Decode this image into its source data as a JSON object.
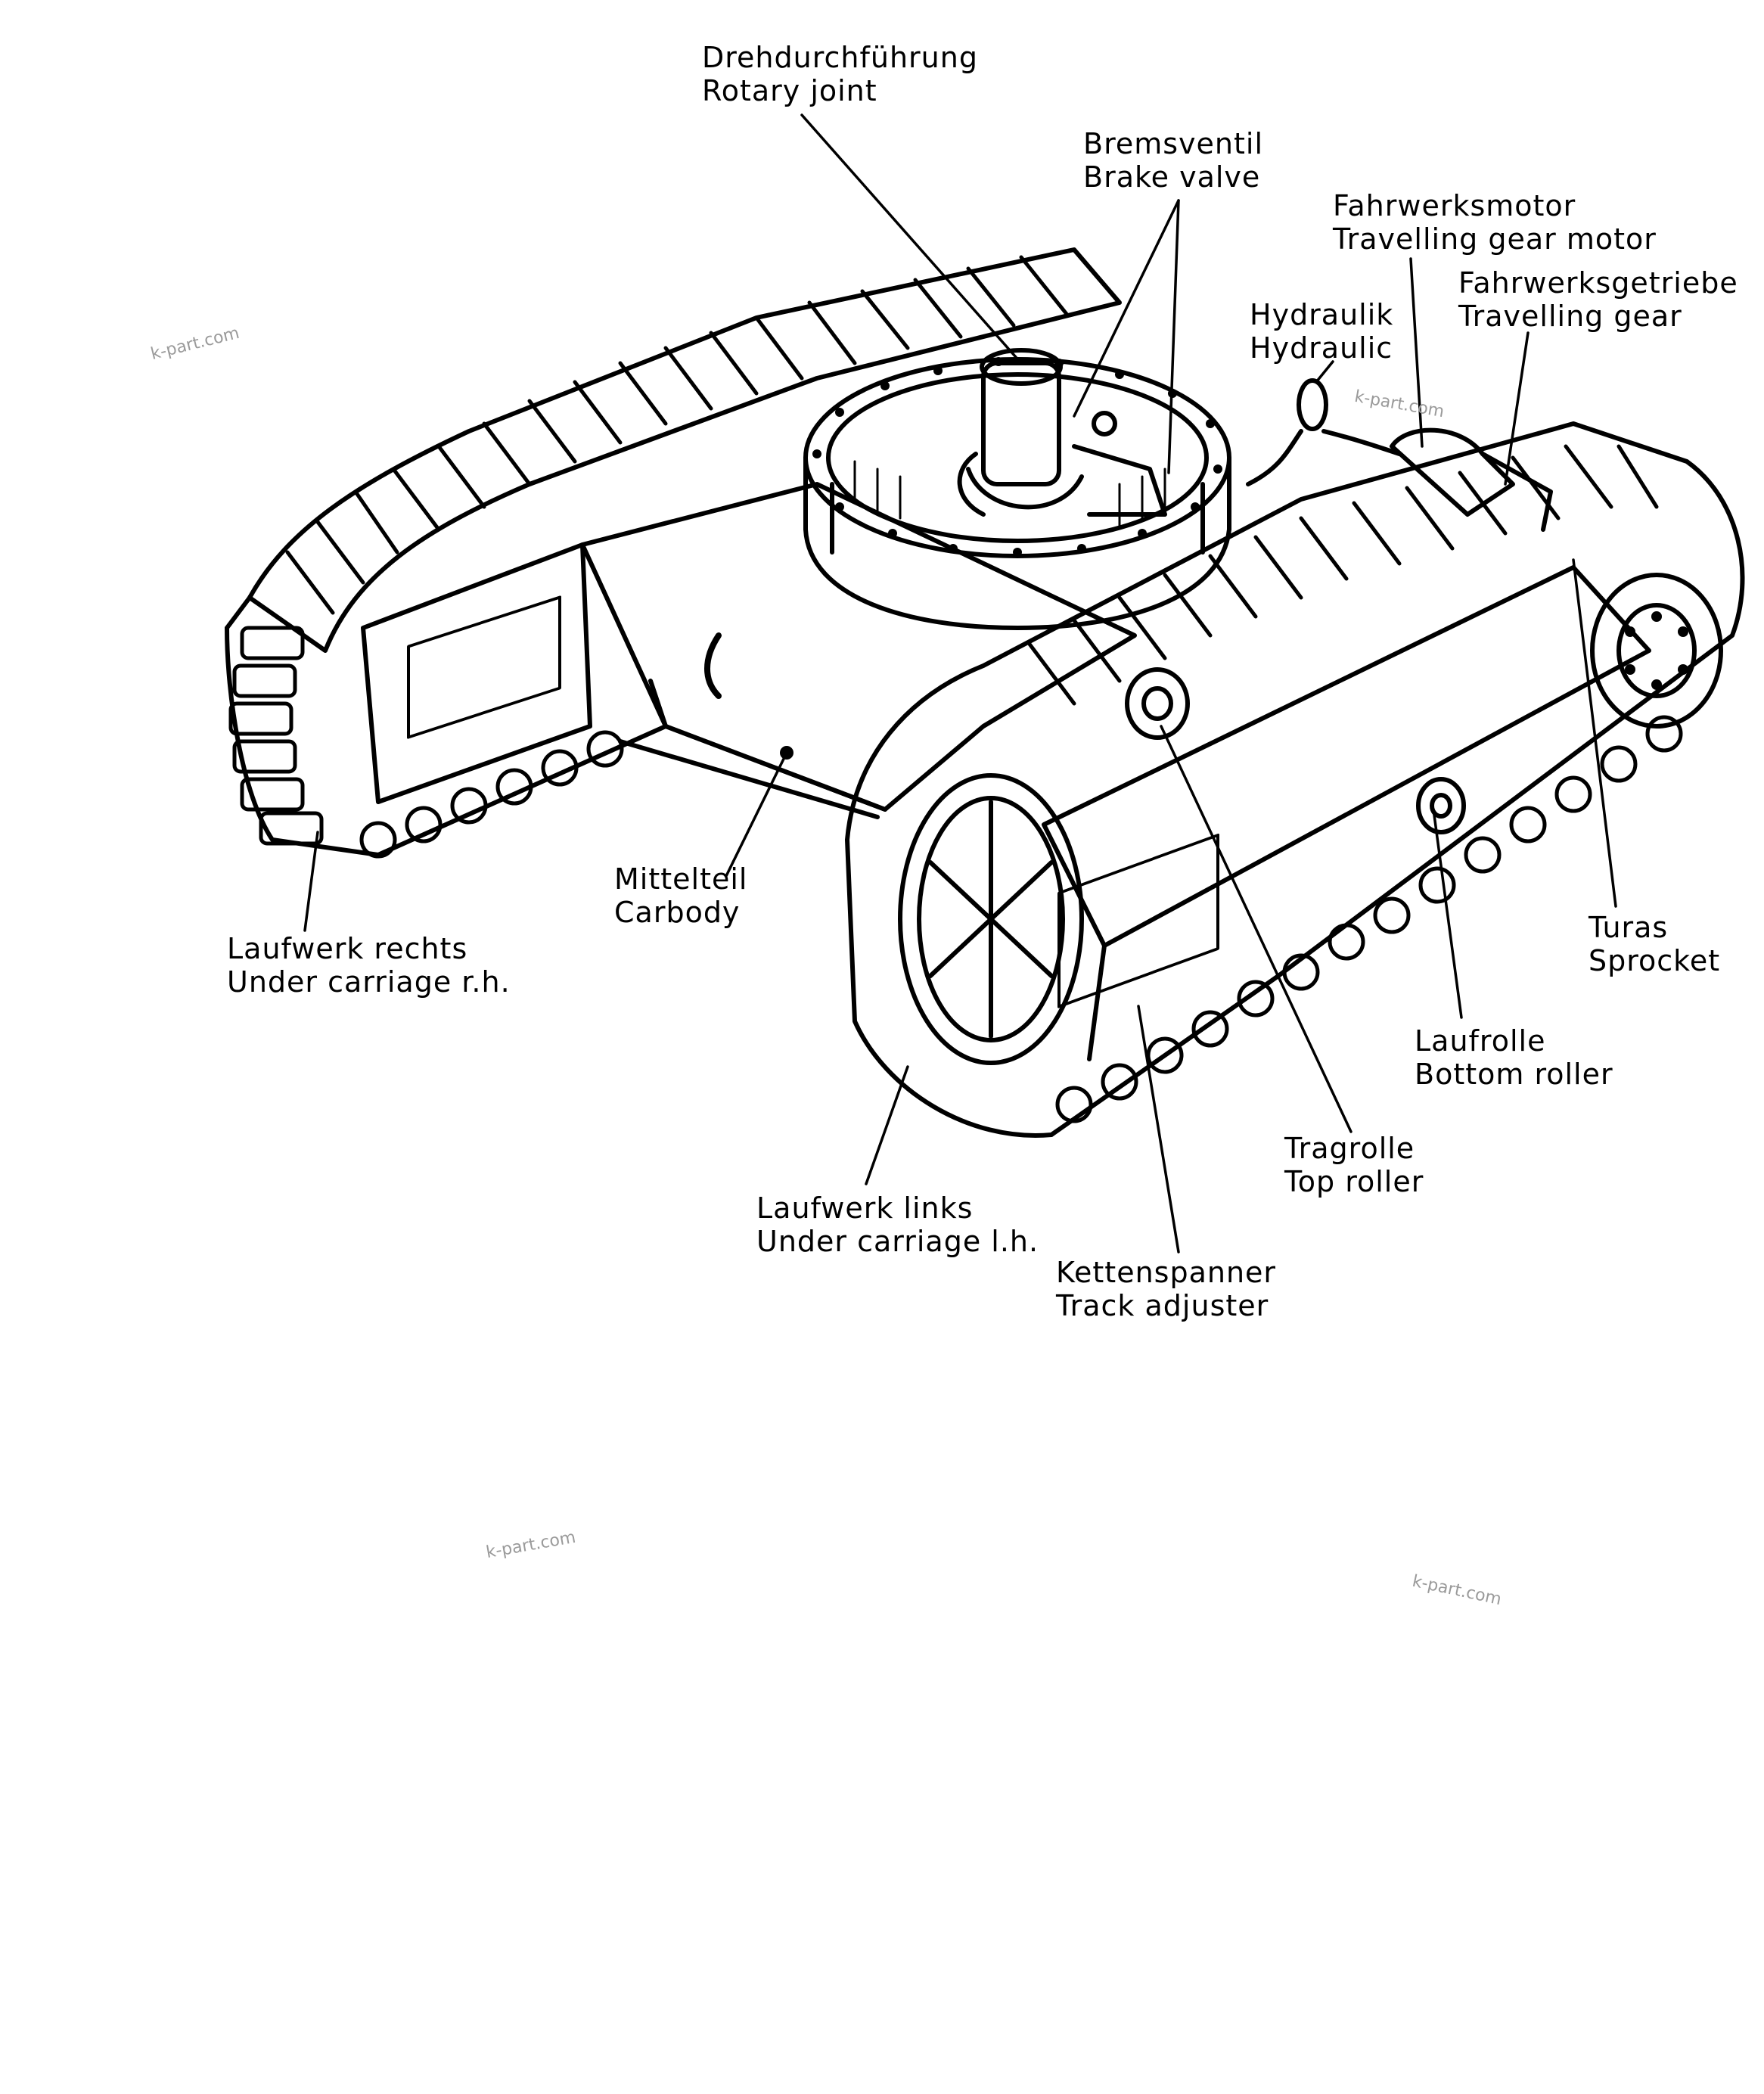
{
  "labels": {
    "rotary_joint": {
      "de": "Drehdurchführung",
      "en": "Rotary joint"
    },
    "brake_valve": {
      "de": "Bremsventil",
      "en": "Brake valve"
    },
    "travel_motor": {
      "de": "Fahrwerksmotor",
      "en": "Travelling gear motor"
    },
    "hydraulic": {
      "de": "Hydraulik",
      "en": "Hydraulic"
    },
    "travel_gear": {
      "de": "Fahrwerksgetriebe",
      "en": "Travelling gear"
    },
    "carbody": {
      "de": "Mittelteil",
      "en": "Carbody"
    },
    "undercarriage_rh": {
      "de": "Laufwerk rechts",
      "en": "Under carriage r.h."
    },
    "sprocket": {
      "de": "Turas",
      "en": "Sprocket"
    },
    "bottom_roller": {
      "de": "Laufrolle",
      "en": "Bottom roller"
    },
    "top_roller": {
      "de": "Tragrolle",
      "en": "Top roller"
    },
    "undercarriage_lh": {
      "de": "Laufwerk links",
      "en": "Under carriage l.h."
    },
    "track_adjuster": {
      "de": "Kettenspanner",
      "en": "Track adjuster"
    }
  },
  "watermarks": [
    "k-part.com",
    "k-part.com",
    "k-part.com",
    "k-part.com"
  ]
}
